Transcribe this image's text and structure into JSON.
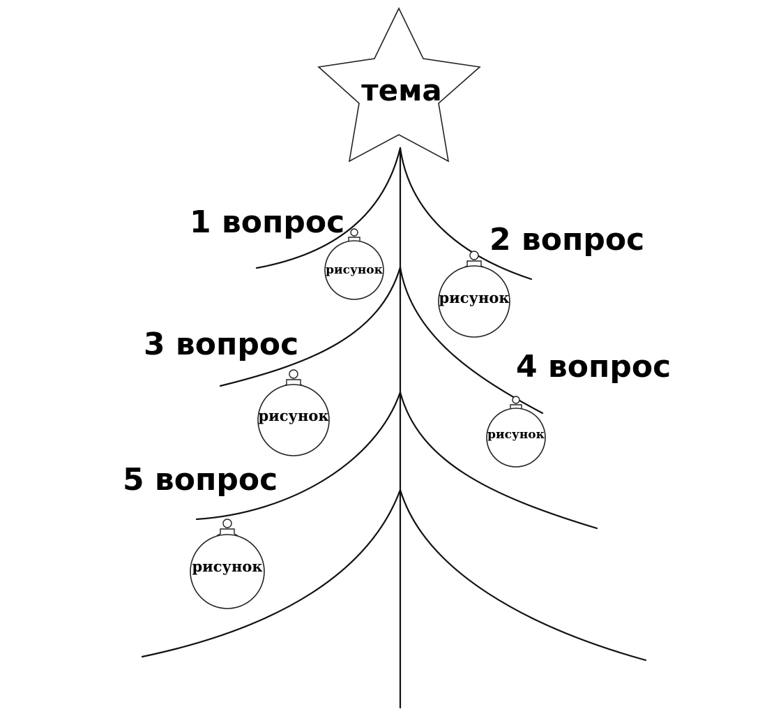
{
  "topic": {
    "label": "тема"
  },
  "questions": [
    {
      "label": "1 вопрос",
      "ornament_label": "рисунок"
    },
    {
      "label": "2 вопрос",
      "ornament_label": "рисунок"
    },
    {
      "label": "3 вопрос",
      "ornament_label": "рисунок"
    },
    {
      "label": "4 вопрос",
      "ornament_label": "рисунок"
    },
    {
      "label": "5 вопрос",
      "ornament_label": "рисунок"
    }
  ]
}
